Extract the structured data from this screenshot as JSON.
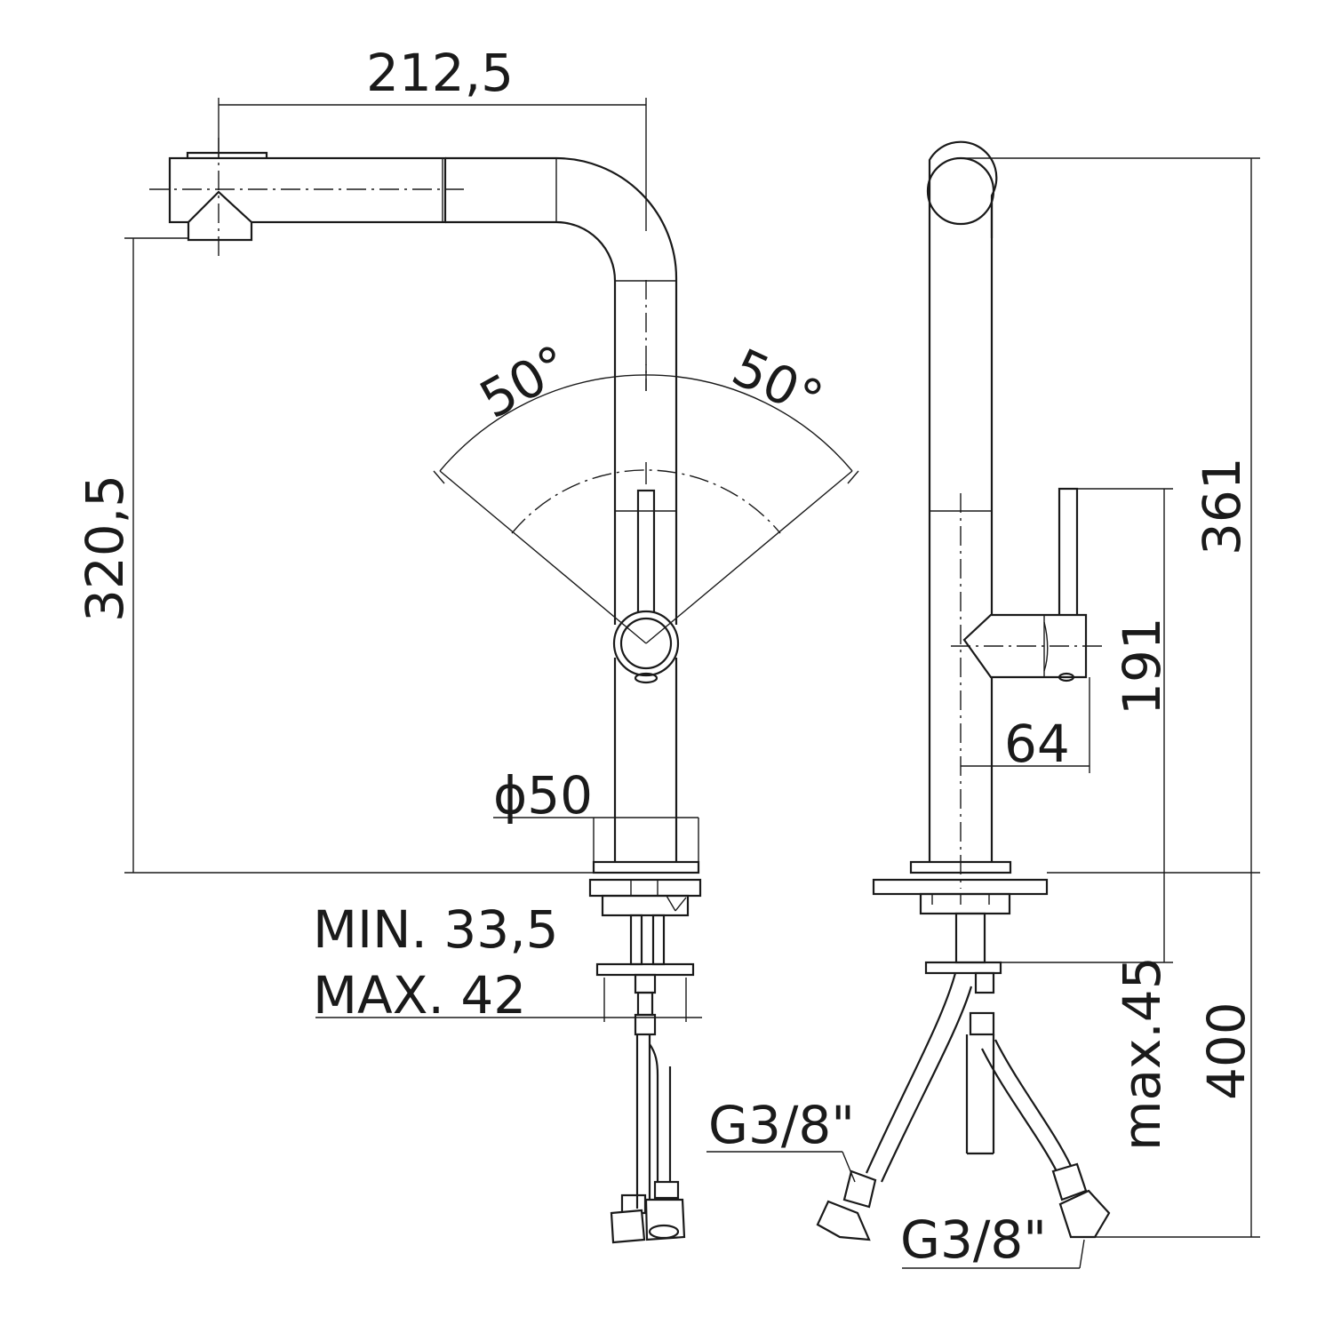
{
  "dimensions": {
    "spout_reach": "212,5",
    "spout_height": "320,5",
    "total_height": "361",
    "lever_height": "191",
    "lever_offset": "64",
    "base_diameter": "ϕ50",
    "rotation_left": "50°",
    "rotation_right": "50°",
    "counter_min": "MIN. 33,5",
    "counter_max": "MAX. 42",
    "counter_max_thickness": "max.45",
    "hose_length": "400",
    "connection_left": "G3/8\"",
    "connection_right": "G3/8\""
  }
}
